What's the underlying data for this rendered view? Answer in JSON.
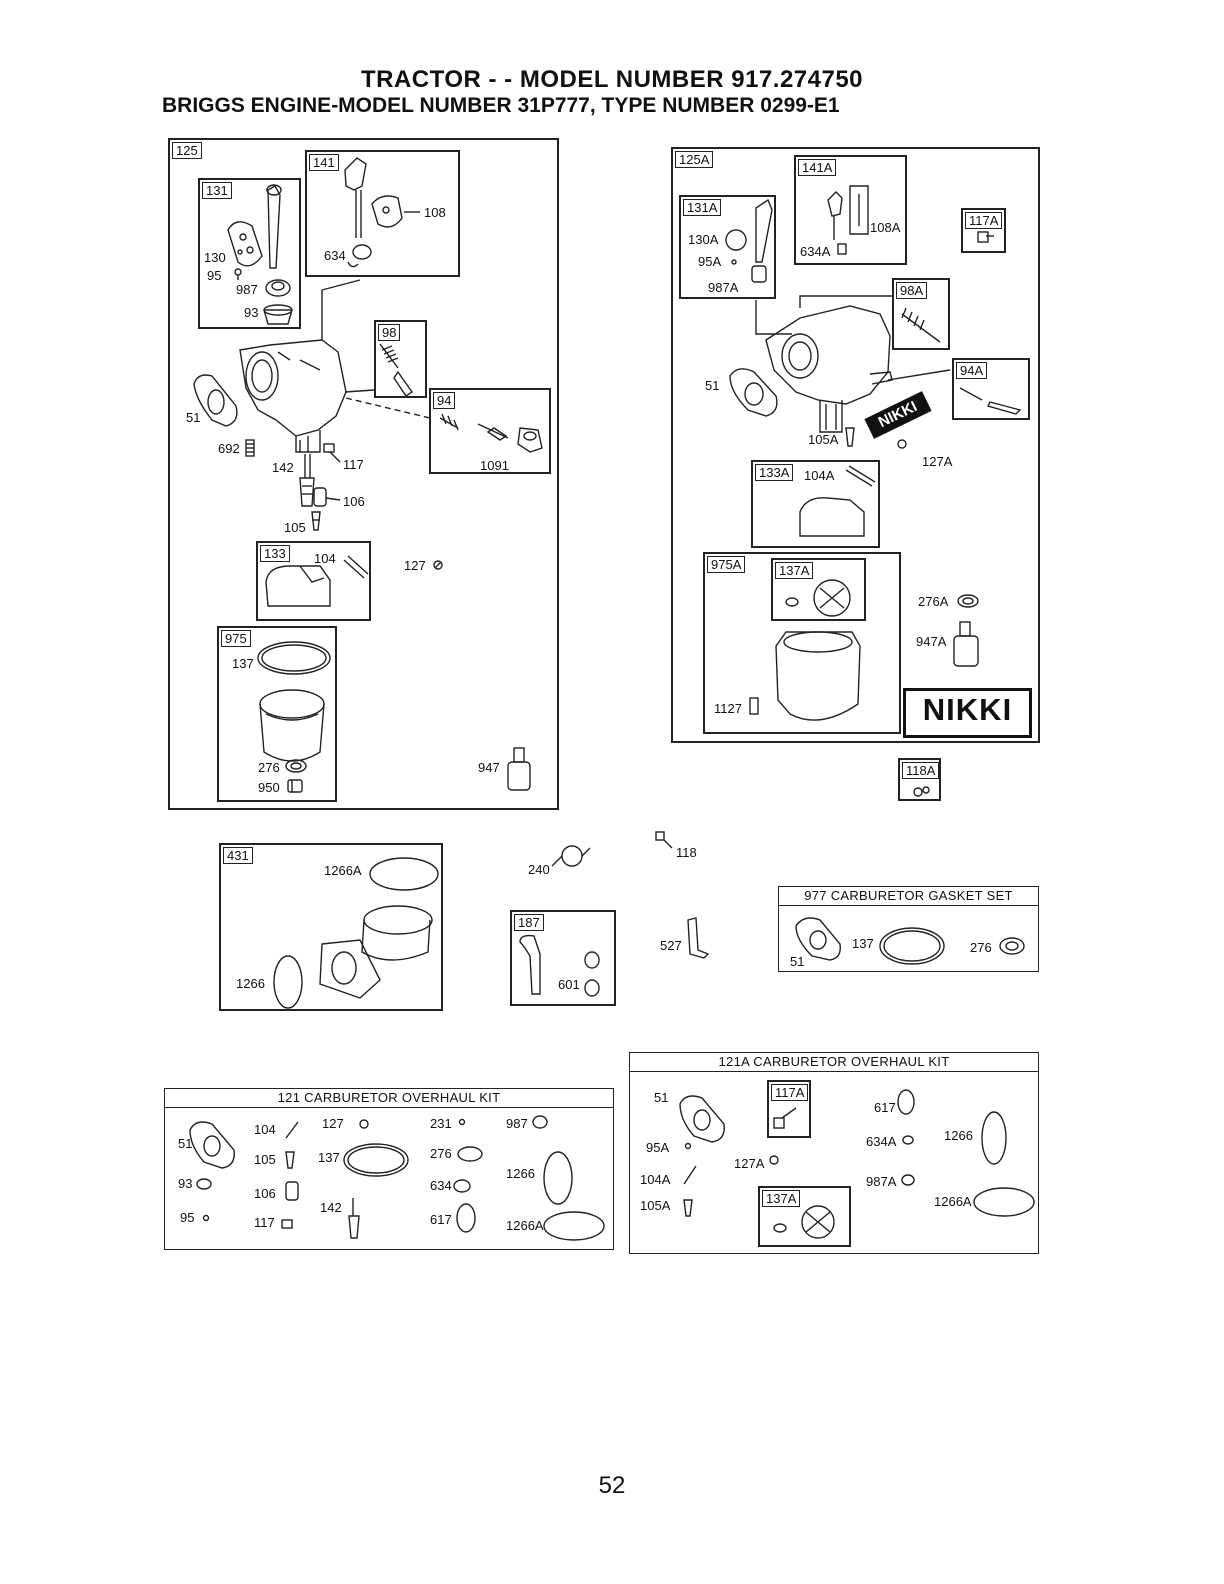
{
  "header": {
    "title": "TRACTOR - - MODEL NUMBER  917.274750",
    "subtitle": "BRIGGS ENGINE-MODEL NUMBER 31P777, TYPE NUMBER 0299-E1"
  },
  "groups": {
    "g125": "125",
    "g131": "131",
    "g141": "141",
    "g98": "98",
    "g94": "94",
    "g133": "133",
    "g975": "975",
    "g125A": "125A",
    "g141A": "141A",
    "g131A": "131A",
    "g117A": "117A",
    "g98A": "98A",
    "g94A": "94A",
    "g133A": "133A",
    "g975A": "975A",
    "g137A": "137A",
    "g118A": "118A",
    "g431": "431",
    "g187": "187",
    "g117A_kit": "117A",
    "g137A_kit": "137A"
  },
  "nikki_label": "NIKKI",
  "nikki_stamp": "NIKKI",
  "kits": {
    "gasket_set": "977 CARBURETOR GASKET SET",
    "overhaul_121": "121 CARBURETOR OVERHAUL KIT",
    "overhaul_121A": "121A CARBURETOR OVERHAUL KIT"
  },
  "parts": {
    "p130": "130",
    "p95": "95",
    "p987": "987",
    "p93": "93",
    "p634": "634",
    "p108": "108",
    "p51": "51",
    "p692": "692",
    "p142": "142",
    "p117": "117",
    "p106": "106",
    "p105": "105",
    "p1091": "1091",
    "p104": "104",
    "p127": "127",
    "p137": "137",
    "p276": "276",
    "p950": "950",
    "p947": "947",
    "p130A": "130A",
    "p95A": "95A",
    "p987A": "987A",
    "p108A": "108A",
    "p634A": "634A",
    "p51A": "51",
    "p105A": "105A",
    "p127A": "127A",
    "p104A": "104A",
    "p276A": "276A",
    "p947A": "947A",
    "p1127": "1127",
    "p1266A": "1266A",
    "p1266": "1266",
    "p240": "240",
    "p118": "118",
    "p527": "527",
    "p601": "601",
    "gs51": "51",
    "gs137": "137",
    "gs276": "276",
    "k51": "51",
    "k104": "104",
    "k127": "127",
    "k231": "231",
    "k987": "987",
    "k105": "105",
    "k137": "137",
    "k276": "276",
    "k1266": "1266",
    "k93": "93",
    "k106": "106",
    "k634": "634",
    "k95": "95",
    "k117": "117",
    "k142": "142",
    "k617": "617",
    "k1266A": "1266A",
    "a51": "51",
    "a617": "617",
    "a95A": "95A",
    "a634A": "634A",
    "a1266": "1266",
    "a127A": "127A",
    "a104A": "104A",
    "a987A": "987A",
    "a105A": "105A",
    "a1266A": "1266A"
  },
  "page_number": "52"
}
